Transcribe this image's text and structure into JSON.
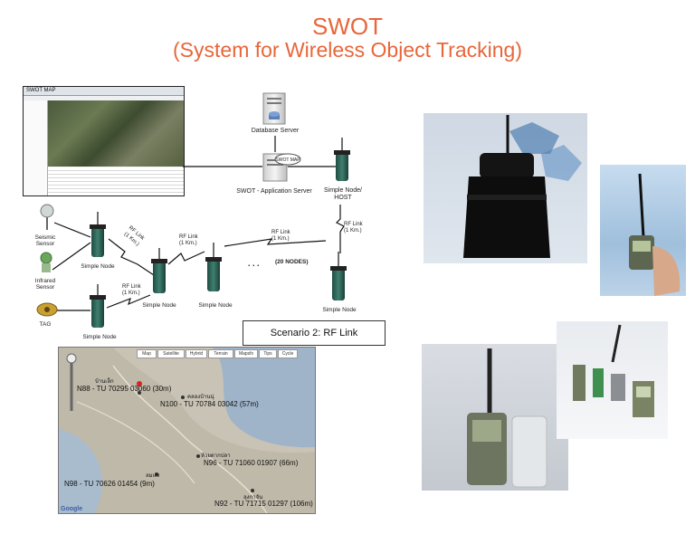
{
  "title": {
    "line1": "SWOT",
    "line2": "(System for Wireless Object Tracking)"
  },
  "swot_map_window": {
    "title": "SWOT MAP"
  },
  "database_server": {
    "label": "Database Server"
  },
  "app_server": {
    "label": "SWOT - Application Server",
    "badge": "SWOT MAP"
  },
  "host_node": {
    "label_line1": "Simple Node/",
    "label_line2": "HOST"
  },
  "sensors": [
    {
      "line1": "Seismic",
      "line2": "Sensor"
    },
    {
      "line1": "Infrared",
      "line2": "Sensor"
    },
    {
      "line1": "TAG",
      "line2": ""
    }
  ],
  "nodes": {
    "top_left": "Simple Node",
    "bottom_left": "Simple Node",
    "middle": "Simple Node",
    "right_mid": "Simple Node",
    "far_right": "Simple Node"
  },
  "links": {
    "diag_top": {
      "line1": "RF Link",
      "line2": "(1 Km.)"
    },
    "bottom_left": {
      "line1": "RF Link",
      "line2": "(1 Km.)"
    },
    "middle": {
      "line1": "RF Link",
      "line2": "(1 Km.)"
    },
    "right": {
      "line1": "RF Link",
      "line2": "(1 Km.)"
    },
    "vertical": {
      "line1": "RF Link",
      "line2": "(1 Km.)"
    }
  },
  "chain": {
    "dots": ". . .",
    "count": "(20 NODES)"
  },
  "scenario": "Scenario 2: RF Link",
  "map": {
    "tabs": [
      "Map",
      "Satellite",
      "Hybrid",
      "Terrain",
      "Mapsfx",
      "Tips",
      "Cycle"
    ],
    "markers": [
      {
        "thai": "บ้านเล็ก",
        "code": "N88 - TU 70295 03060 (30m)"
      },
      {
        "thai": "คลองบ้านนุ่",
        "code": "N100 - TU 70784 03042 (57m)"
      },
      {
        "thai": "ห้วยตากปลา",
        "code": "N96 - TU 71060 01907 (66m)"
      },
      {
        "thai": "ลมแห",
        "code": "N98 - TU 70626 01454 (9m)"
      },
      {
        "thai": "ลุงกาจัน",
        "code": "N92 - TU 71715 01297 (106m)"
      }
    ],
    "attribution": "Google"
  }
}
